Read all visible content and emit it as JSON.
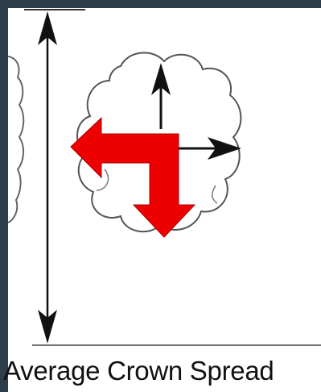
{
  "caption": "Average Crown Spread",
  "colors": {
    "frame": "#2c3e4c",
    "line": "#111111",
    "crown_outline": "#555555",
    "red_arrows": "#ee0000"
  },
  "icons": {
    "vertical_measure": "double-headed-arrow",
    "crown": "tree-crown-plan-view",
    "spread": "red-l-arrows"
  }
}
